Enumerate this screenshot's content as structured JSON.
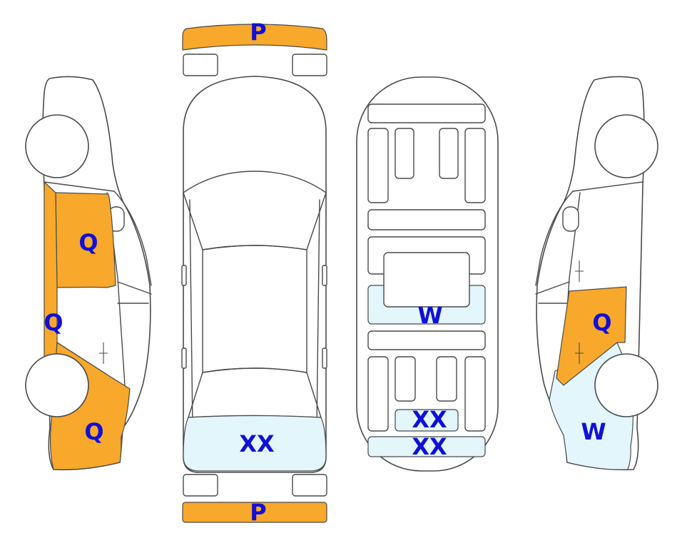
{
  "colors": {
    "damage_p": "#F8A82A",
    "damage_q": "#F8A82A",
    "damage_w": "#E2F6FC",
    "damage_xx": "#E2F6FC",
    "code_text": "#1010D8",
    "outline": "#4a4a4a"
  },
  "codes": {
    "front_bumper": "P",
    "rear_bumper": "P",
    "left_front_door": "Q",
    "left_rocker": "Q",
    "left_rear_quarter": "Q",
    "top_trunk": "XX",
    "underside_center": "W",
    "underside_rear_1": "XX",
    "underside_rear_2": "XX",
    "right_rear_door": "Q",
    "right_rear_quarter": "W"
  }
}
